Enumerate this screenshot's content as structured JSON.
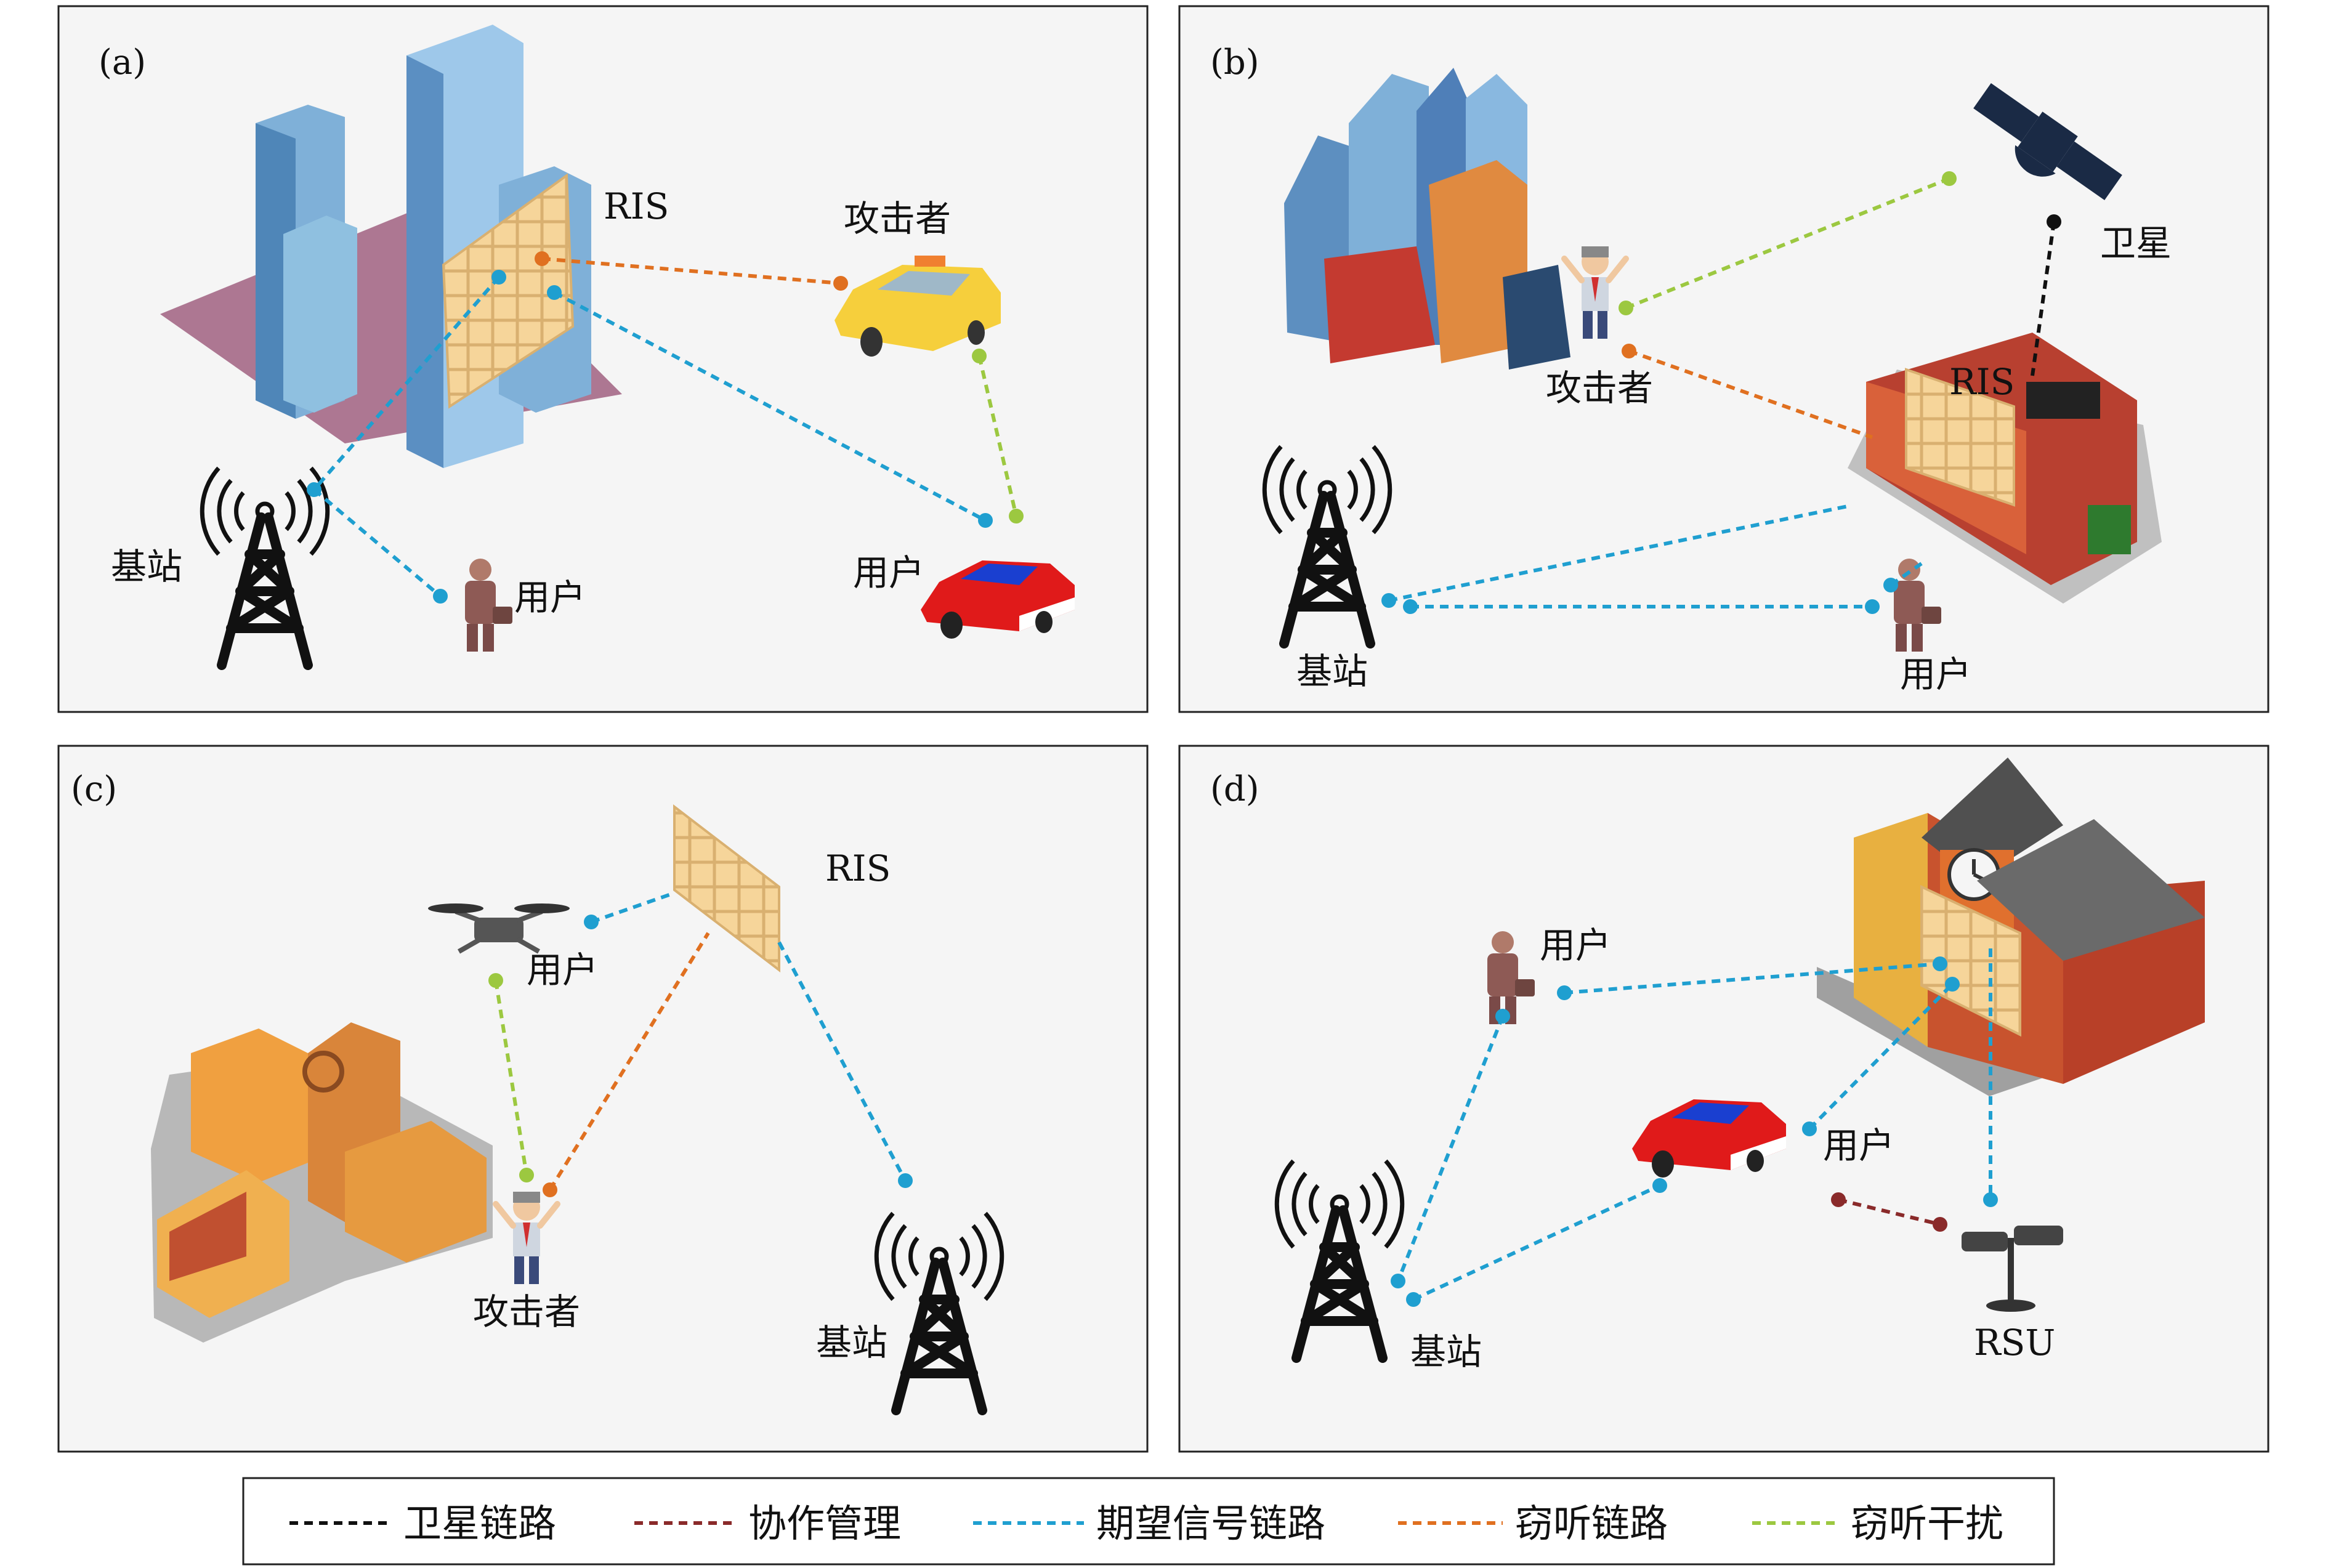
{
  "colors": {
    "satellite_link": "#111111",
    "cooperation": "#8a2a2a",
    "desired_signal": "#1f9fd0",
    "eavesdrop_link": "#e07020",
    "eavesdrop_jamming": "#9cc840",
    "panel_bg": "#f5f5f5",
    "ris_panel": "#f6d59a"
  },
  "panels": {
    "a": {
      "tag": "(a)",
      "ris": "RIS",
      "attacker": "攻击者",
      "base_station": "基站",
      "user1": "用户",
      "user2": "用户",
      "icons": [
        "skyscrapers-icon",
        "taxi-icon",
        "car-icon",
        "pedestrian-icon",
        "tower-icon"
      ]
    },
    "b": {
      "tag": "(b)",
      "satellite": "卫星",
      "ris": "RIS",
      "attacker": "攻击者",
      "base_station": "基站",
      "user": "用户",
      "icons": [
        "city-icon",
        "satellite-icon",
        "building-icon",
        "attacker-icon",
        "pedestrian-icon",
        "tower-icon"
      ]
    },
    "c": {
      "tag": "(c)",
      "ris": "RIS",
      "user": "用户",
      "attacker": "攻击者",
      "base_station": "基站",
      "icons": [
        "drone-icon",
        "shop-building-icon",
        "attacker-icon",
        "tower-icon"
      ]
    },
    "d": {
      "tag": "(d)",
      "user1": "用户",
      "user2": "用户",
      "base_station": "基站",
      "rsu": "RSU",
      "icons": [
        "clock-building-icon",
        "car-icon",
        "pedestrian-icon",
        "rsu-camera-icon",
        "tower-icon"
      ]
    }
  },
  "legend": [
    {
      "label": "卫星链路",
      "color_key": "satellite_link"
    },
    {
      "label": "协作管理",
      "color_key": "cooperation"
    },
    {
      "label": "期望信号链路",
      "color_key": "desired_signal"
    },
    {
      "label": "窃听链路",
      "color_key": "eavesdrop_link"
    },
    {
      "label": "窃听干扰",
      "color_key": "eavesdrop_jamming"
    }
  ]
}
